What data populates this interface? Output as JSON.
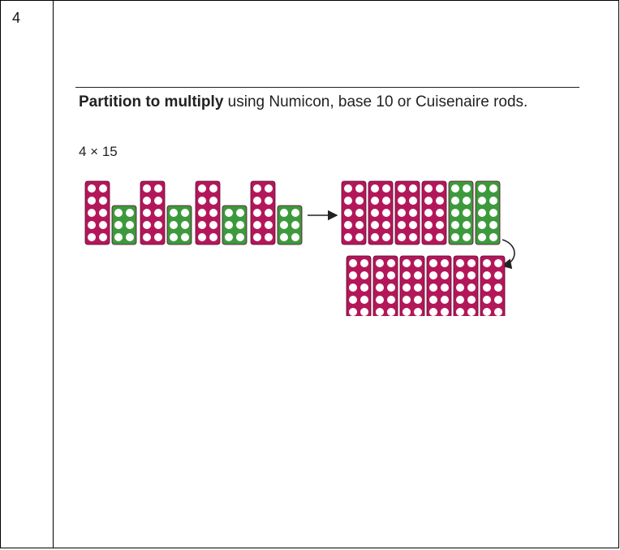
{
  "row": {
    "number": "4"
  },
  "section": {
    "title_bold": "Partition to multiply",
    "title_rest": " using Numicon, base 10 or Cuisenaire rods.",
    "expression": "4 × 15"
  },
  "colors": {
    "ten_piece": "#b3175a",
    "five_piece": "#3c9a3c",
    "hole": "#ffffff",
    "arrow": "#222222"
  }
}
